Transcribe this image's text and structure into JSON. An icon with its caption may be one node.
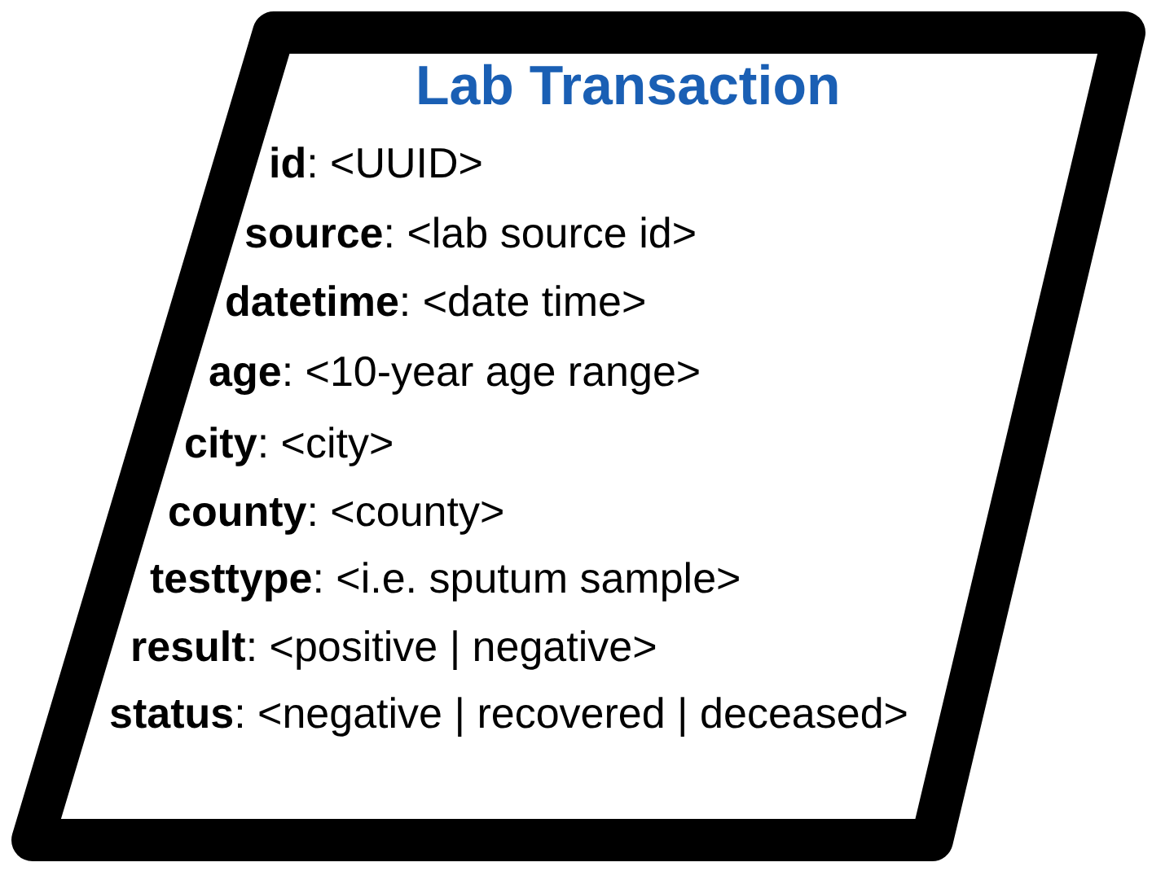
{
  "diagram": {
    "nodes": [
      {
        "text": [
          "Lab Transaction",
          "**id**: <UUID>",
          "**source**: <lab source id>",
          "**datetime**: <date time>",
          "**age**: <10-year age range>",
          "**city**: <city>",
          "**county**: <county>",
          "**testtype**: <i.e. sputum sample>",
          "**result**: <positive | negative>",
          "**status**: <negative | recovered | deceased>"
        ]
      }
    ]
  }
}
